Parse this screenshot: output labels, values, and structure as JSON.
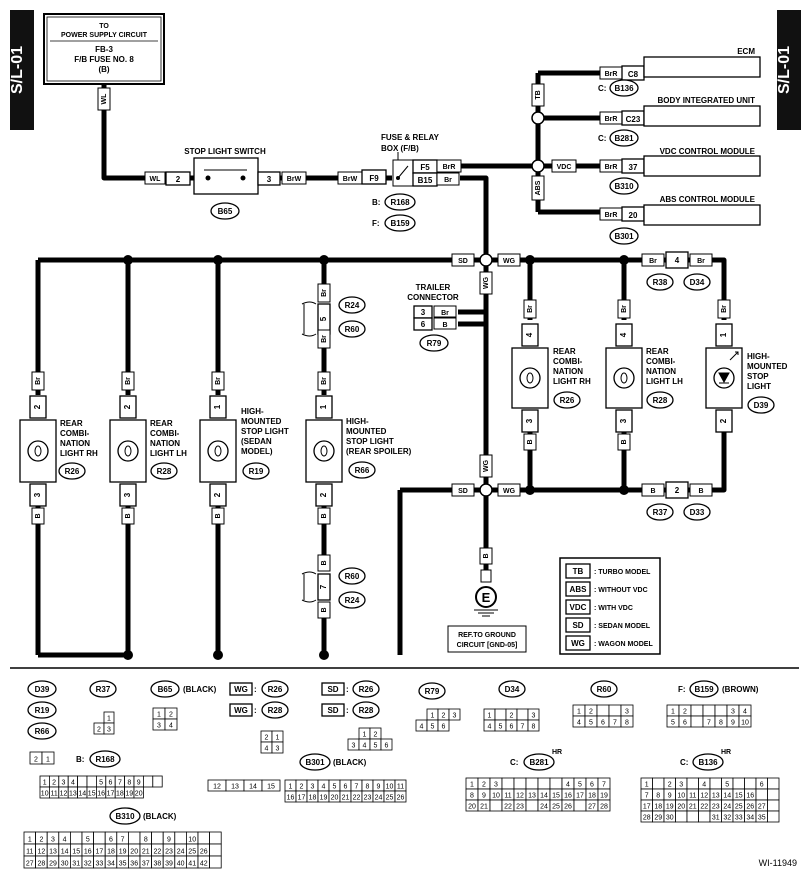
{
  "side_label": "S/L-01",
  "doc_id": "WI-11949",
  "power": {
    "line1": "TO",
    "line2": "POWER SUPPLY CIRCUIT",
    "line3": "FB-3",
    "line4": "F/B FUSE NO. 8",
    "line5": "(B)",
    "wire": "WL"
  },
  "stop_switch": {
    "title": "STOP LIGHT SWITCH",
    "pin_left": "2",
    "pin_right": "3",
    "wire_left": "WL",
    "wire_right": "BrW",
    "ref": "B65"
  },
  "fuse_box": {
    "title_1": "FUSE & RELAY",
    "title_2": "BOX (F/B)",
    "pin_in": "F9",
    "wire_in": "BrW",
    "pin_out1": "F5",
    "pin_out2": "B15",
    "wire_out1": "BrR",
    "wire_out2": "Br",
    "ref_b_prefix": "B:",
    "ref_b": "R168",
    "ref_f_prefix": "F:",
    "ref_f": "B159"
  },
  "right_modules": [
    {
      "name": "ECM",
      "wire": "BrR",
      "pin": "C8",
      "ref_prefix": "C:",
      "ref": "B136"
    },
    {
      "name": "BODY INTEGRATED UNIT",
      "wire": "BrR",
      "pin": "C23",
      "ref_prefix": "C:",
      "ref": "B281"
    },
    {
      "name": "VDC CONTROL MODULE",
      "wire": "BrR",
      "pin": "37",
      "ref": "B310"
    },
    {
      "name": "ABS CONTROL MODULE",
      "wire": "BrR",
      "pin": "20",
      "ref": "B301"
    }
  ],
  "tags": {
    "tb": "TB",
    "abs": "ABS",
    "vdc": "VDC",
    "sd": "SD",
    "wg": "WG"
  },
  "wire_br": "Br",
  "wire_b": "B",
  "trailer": {
    "title_1": "TRAILER",
    "title_2": "CONNECTOR",
    "pin1": "3",
    "pin2": "6",
    "wire1": "Br",
    "wire2": "B",
    "ref": "R79"
  },
  "lamps": [
    {
      "name_1": "REAR",
      "name_2": "COMBI-",
      "name_3": "NATION",
      "name_4": "LIGHT RH",
      "pin_top": "2",
      "pin_bot": "3",
      "ref": "R26"
    },
    {
      "name_1": "REAR",
      "name_2": "COMBI-",
      "name_3": "NATION",
      "name_4": "LIGHT LH",
      "pin_top": "2",
      "pin_bot": "3",
      "ref": "R28"
    },
    {
      "name_1": "HIGH-",
      "name_2": "MOUNTED",
      "name_3": "STOP LIGHT",
      "name_4": "(SEDAN",
      "name_5": "MODEL)",
      "pin_top": "1",
      "pin_bot": "2",
      "ref": "R19"
    },
    {
      "name_1": "HIGH-",
      "name_2": "MOUNTED",
      "name_3": "STOP LIGHT",
      "name_4": "(REAR SPOILER)",
      "pin_top": "1",
      "pin_bot": "2",
      "ref": "R66"
    },
    {
      "name_1": "REAR",
      "name_2": "COMBI-",
      "name_3": "NATION",
      "name_4": "LIGHT RH",
      "pin_top": "4",
      "pin_bot": "3",
      "ref": "R26"
    },
    {
      "name_1": "REAR",
      "name_2": "COMBI-",
      "name_3": "NATION",
      "name_4": "LIGHT LH",
      "pin_top": "4",
      "pin_bot": "3",
      "ref": "R28"
    },
    {
      "name_1": "HIGH-",
      "name_2": "MOUNTED",
      "name_3": "STOP",
      "name_4": "LIGHT",
      "pin_top": "1",
      "pin_bot": "2",
      "ref": "D39"
    }
  ],
  "r24_r60_top": {
    "pin": "5",
    "ref_a": "R24",
    "ref_b": "R60"
  },
  "r60_r24_bot": {
    "pin": "7",
    "ref_a": "R60",
    "ref_b": "R24"
  },
  "joint_top": {
    "pin": "4",
    "ref_a": "R38",
    "ref_b": "D34"
  },
  "joint_bot": {
    "pin": "2",
    "ref_a": "R37",
    "ref_b": "D33"
  },
  "ground": {
    "symbol": "E",
    "line1": "REF.TO GROUND",
    "line2": "CIRCUIT [GND-05]"
  },
  "legend": [
    {
      "code": "TB",
      "desc": ": TURBO MODEL"
    },
    {
      "code": "ABS",
      "desc": ": WITHOUT VDC"
    },
    {
      "code": "VDC",
      "desc": ": WITH VDC"
    },
    {
      "code": "SD",
      "desc": ": SEDAN MODEL"
    },
    {
      "code": "WG",
      "desc": ": WAGON MODEL"
    }
  ],
  "connectors": {
    "d39": "D39",
    "r19": "R19",
    "r66": "R66",
    "r37": "R37",
    "b65": "B65",
    "black": "(BLACK)",
    "wg_r26": "R26",
    "wg_r28": "R28",
    "sd_r26": "R26",
    "sd_r28": "R28",
    "r79": "R79",
    "d34": "D34",
    "r60": "R60",
    "b159_prefix": "F:",
    "b159": "B159",
    "brown": "(BROWN)",
    "b168_prefix": "B:",
    "b168": "R168",
    "b301": "B301",
    "b281_prefix": "C:",
    "b281": "B281",
    "b136_prefix": "C:",
    "b136": "B136",
    "hr": "HR",
    "b310": "B310",
    "colon": ":"
  }
}
